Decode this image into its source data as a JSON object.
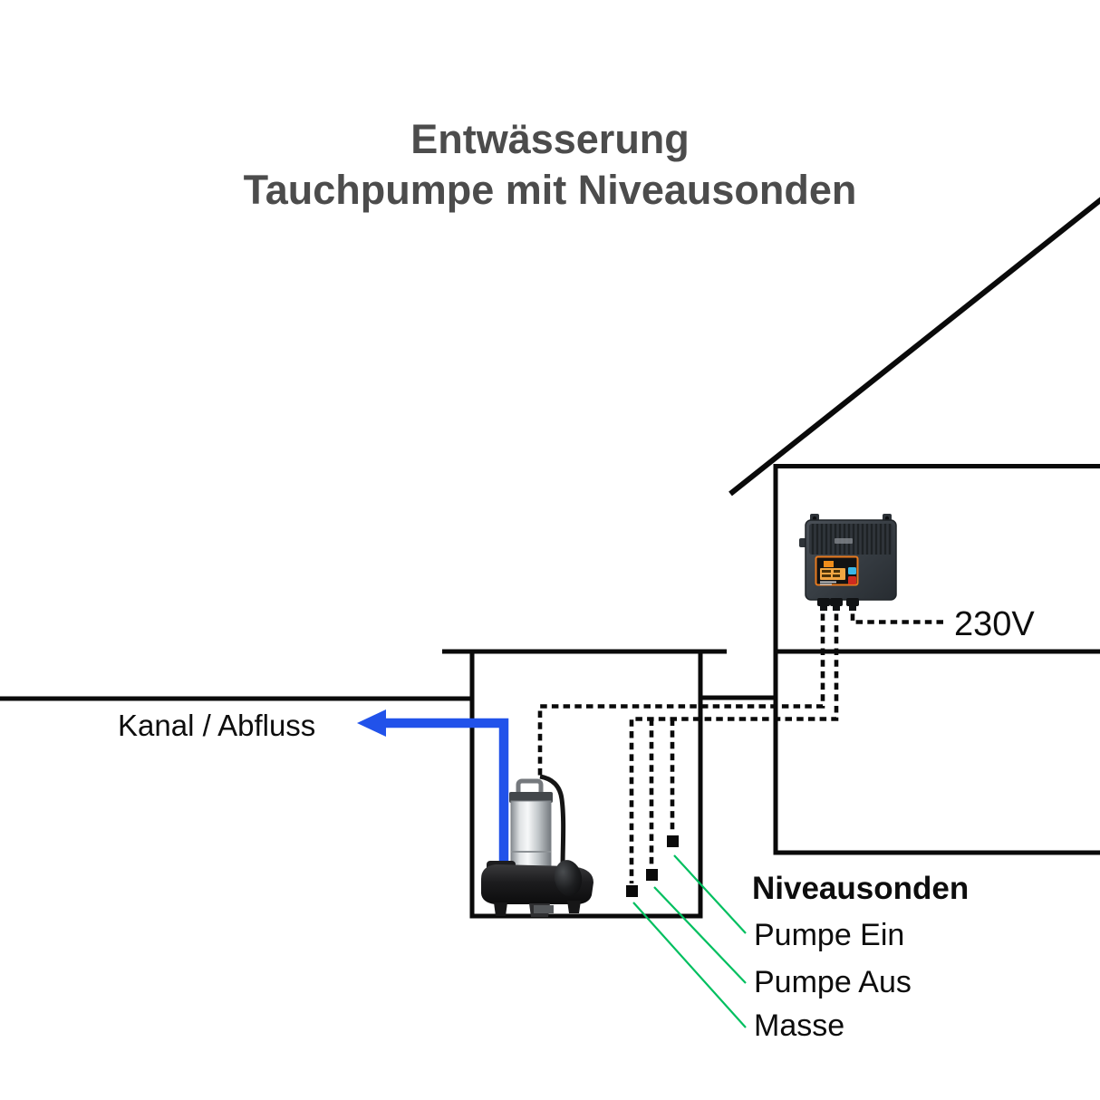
{
  "title": {
    "line1": "Entwässerung",
    "line2": "Tauchpumpe mit Niveausonden"
  },
  "labels": {
    "drain_outlet": "Kanal / Abfluss",
    "power_supply": "230V",
    "probes_heading": "Niveausonden",
    "probe_pump_on": "Pumpe Ein",
    "probe_pump_off": "Pumpe Aus",
    "probe_ground": "Masse"
  },
  "colors": {
    "title_text": "#4c4c4c",
    "diagram_lines": "#0a0a0a",
    "drain_pipe_blue": "#2152ea",
    "callout_green": "#00bf5f",
    "control_panel_orange": "#e87a1e",
    "lcd_amber": "#f2a743",
    "button_blue": "#3ab7e6",
    "button_red": "#cf2b1f"
  }
}
